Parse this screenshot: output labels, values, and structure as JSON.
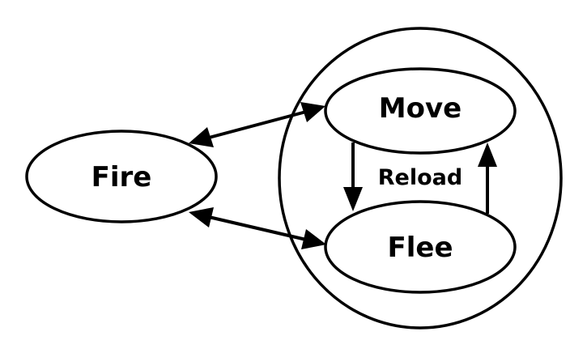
{
  "diagram": {
    "nodes": {
      "fire": {
        "label": "Fire"
      },
      "move": {
        "label": "Move"
      },
      "flee": {
        "label": "Flee"
      }
    },
    "group": {
      "members": [
        "Move",
        "Flee"
      ]
    },
    "edges": [
      {
        "from": "Fire",
        "to": "Move",
        "direction": "both"
      },
      {
        "from": "Fire",
        "to": "Flee",
        "direction": "both"
      },
      {
        "from": "Move",
        "to": "Flee",
        "direction": "forward"
      },
      {
        "from": "Flee",
        "to": "Move",
        "direction": "forward"
      }
    ],
    "edge_label": "Reload",
    "colors": {
      "stroke": "#000000",
      "fill": "#ffffff"
    }
  }
}
